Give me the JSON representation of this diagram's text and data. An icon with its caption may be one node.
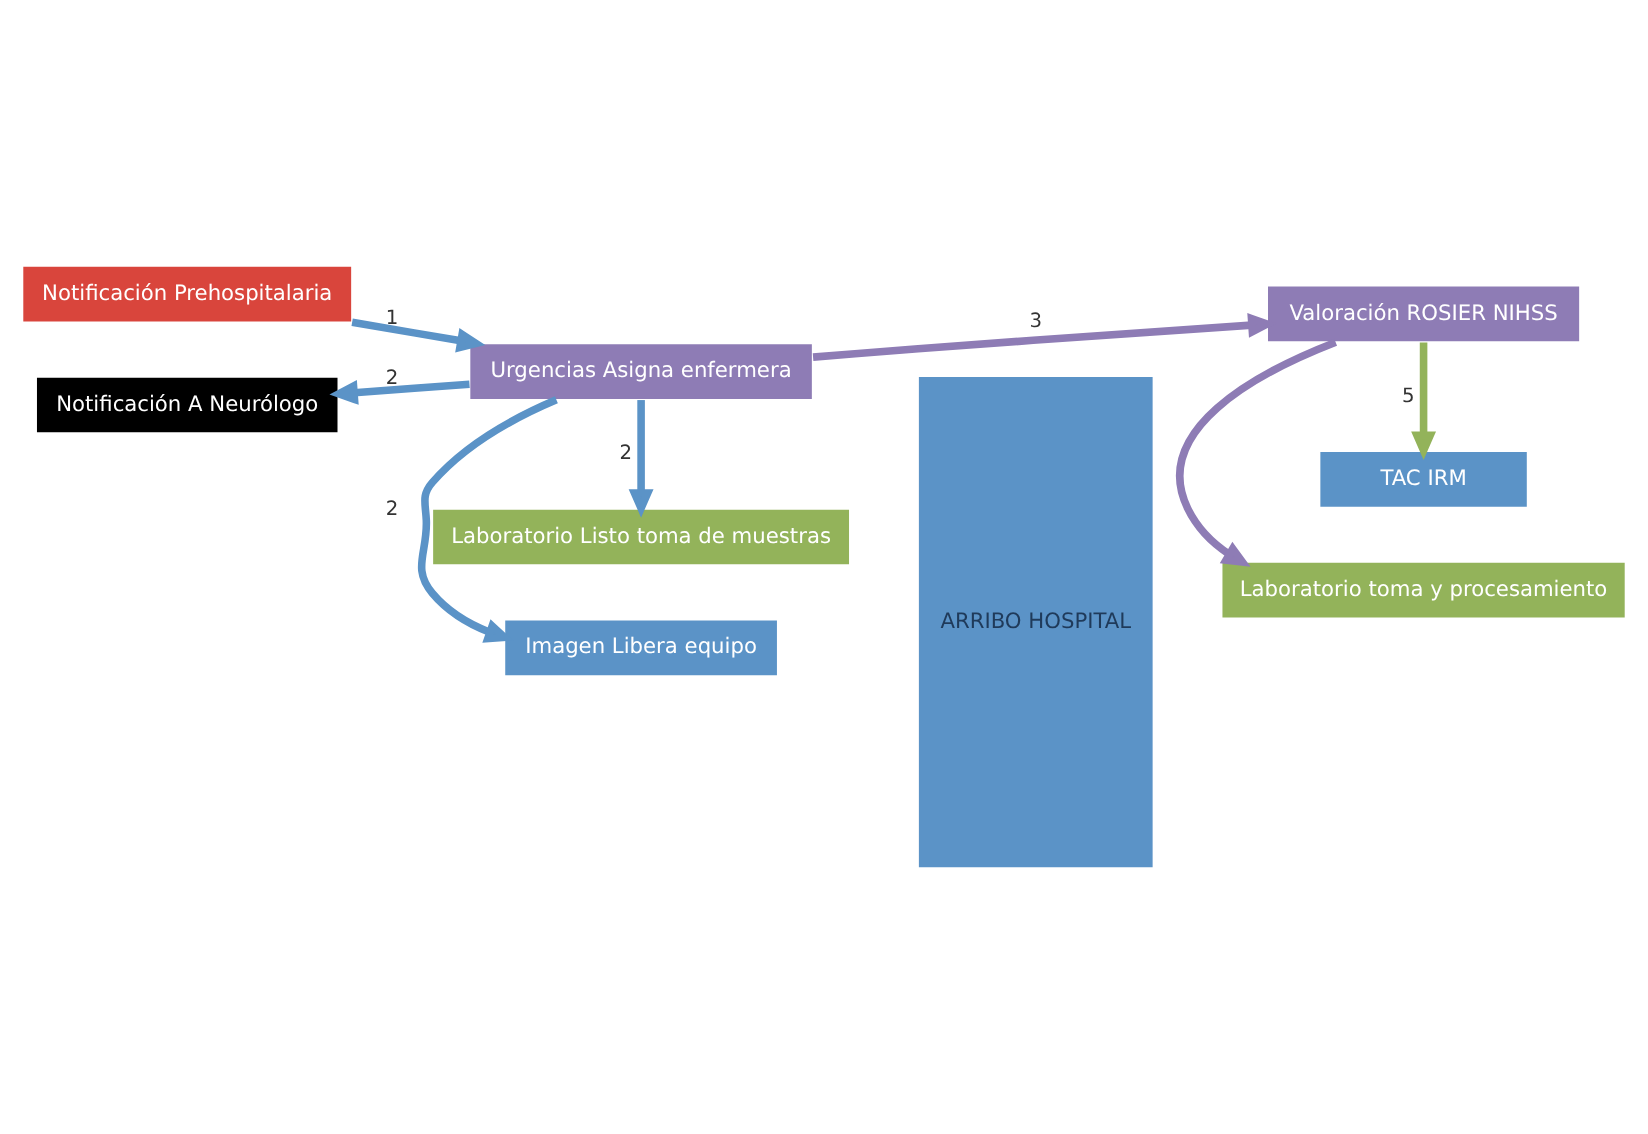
{
  "diagram": {
    "nodes": [
      {
        "text": [
          "Notificación Prehospitalaria"
        ]
      },
      {
        "text": [
          "Imagen Libera equipo"
        ]
      },
      {
        "text": [
          "Urgencias Asigna enfermera"
        ]
      },
      {
        "text": [
          "Notificación A Neurólogo"
        ]
      },
      {
        "text": [
          "Laboratorio Listo toma de muestras"
        ]
      },
      {
        "text": [
          "ARRIBO HOSPITAL"
        ]
      },
      {
        "text": [
          "TAC IRM"
        ]
      },
      {
        "text": [
          "Valoración ROSIER NIHSS"
        ]
      },
      {
        "text": [
          "Laboratorio toma y procesamiento"
        ]
      }
    ],
    "edges": [
      {
        "from": 0,
        "to": 2,
        "arrow": "to",
        "label": "1"
      },
      {
        "from": 2,
        "to": 1,
        "arrow": "to",
        "label": "2"
      },
      {
        "from": 2,
        "to": 3,
        "arrow": "to",
        "label": "2"
      },
      {
        "from": 2,
        "to": 4,
        "arrow": "to",
        "label": "2"
      },
      {
        "from": 2,
        "to": 7,
        "arrow": "to",
        "label": "3",
        "color": "#8e7cb5"
      },
      {
        "from": 7,
        "to": 6,
        "arrow": "to",
        "label": "5",
        "color": "#93b35a"
      },
      {
        "from": 7,
        "to": 8,
        "arrow": "to",
        "color": "#8e7cb5"
      }
    ]
  }
}
